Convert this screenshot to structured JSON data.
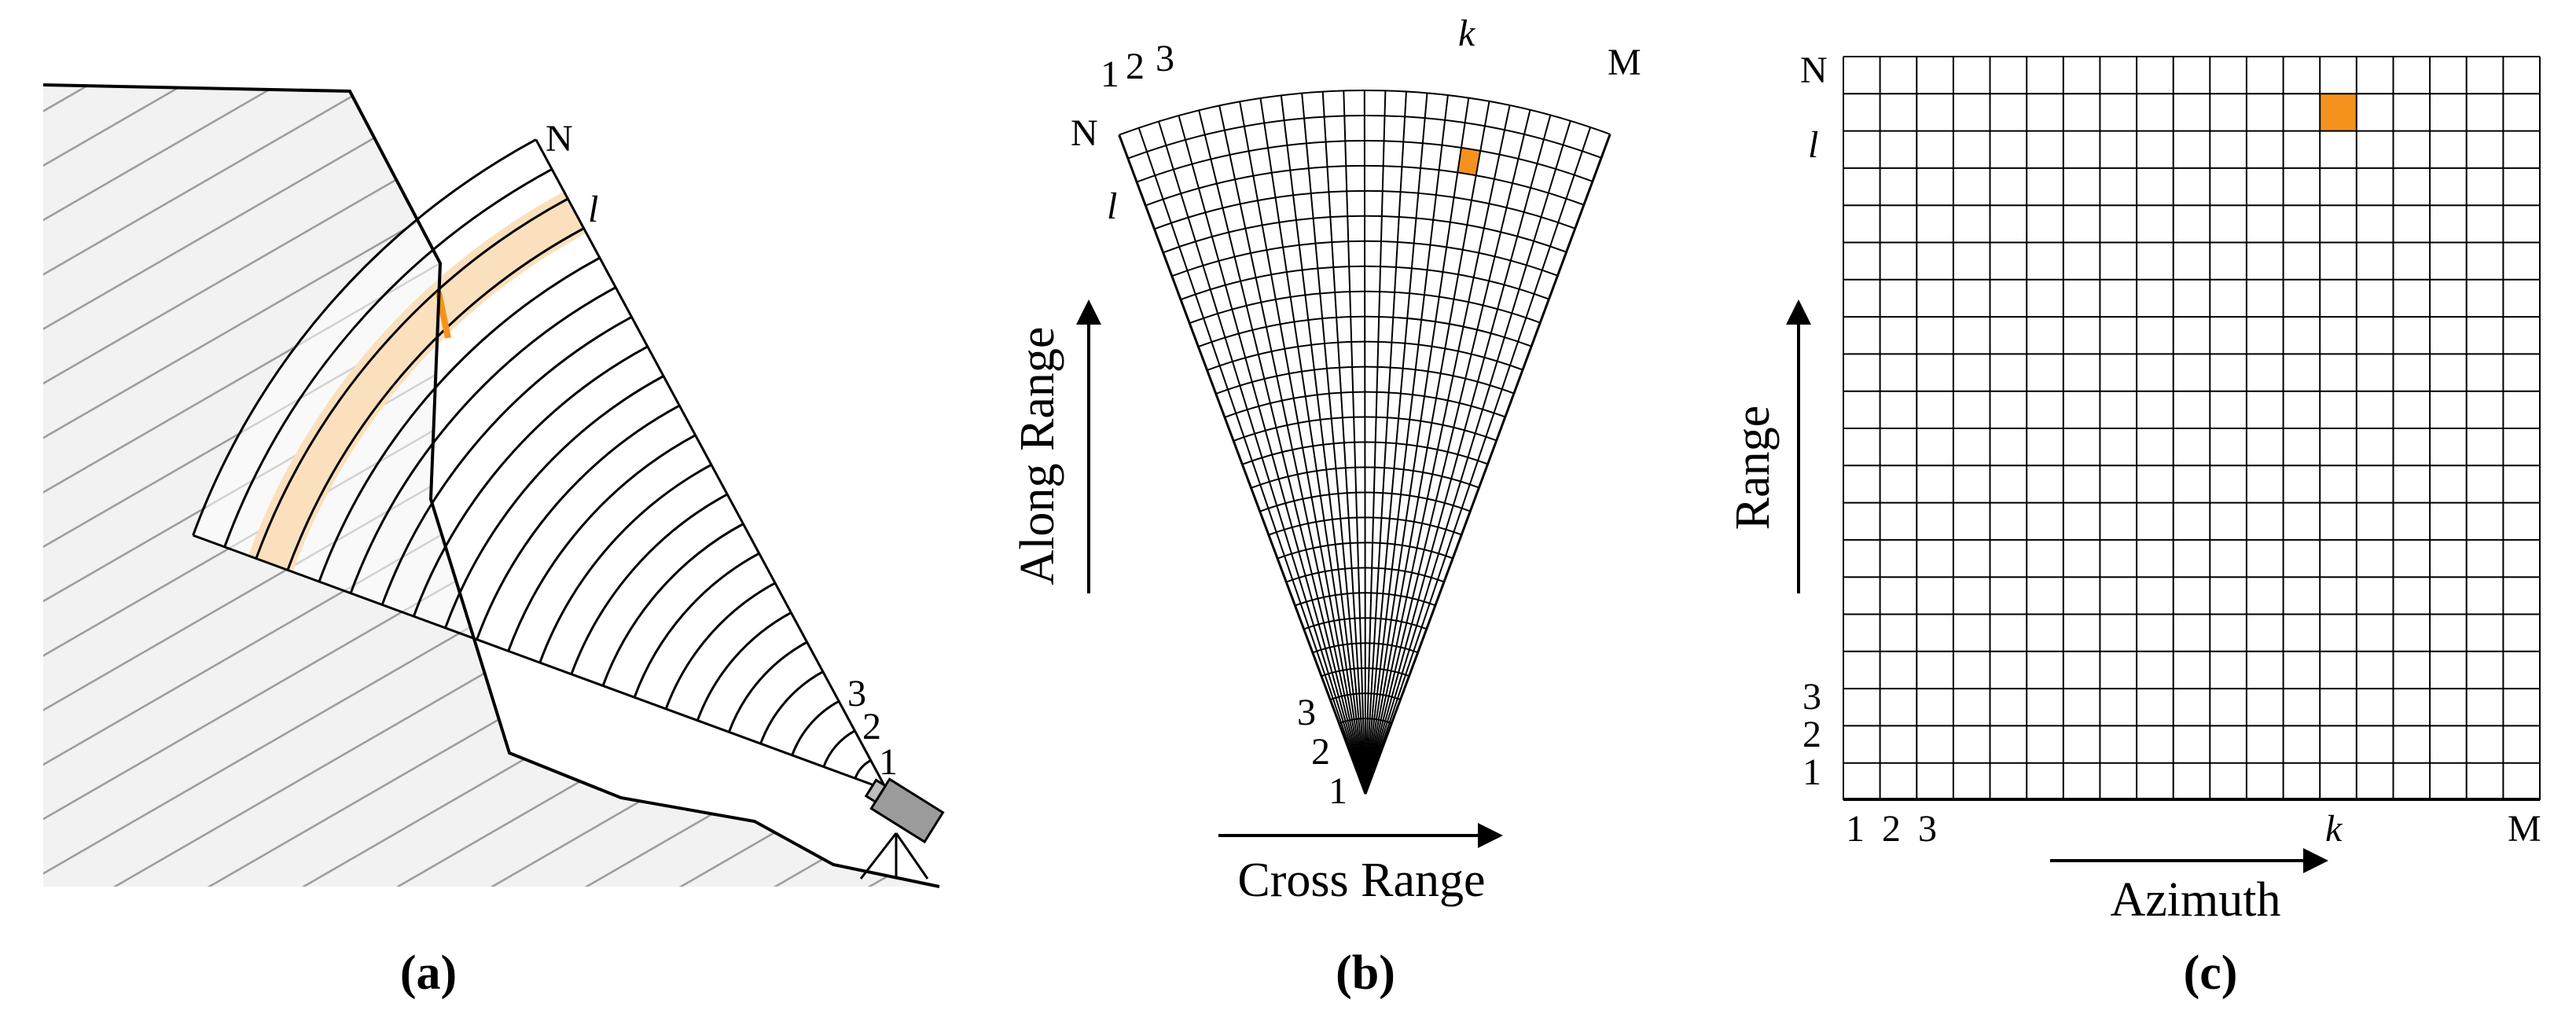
{
  "colors": {
    "highlight": "#f5921e",
    "highlight_band": "#fbe0bd",
    "terrain_fill": "#f2f2f2",
    "hatch": "#9a9a9a",
    "line": "#000000",
    "camera": "#9b9b9b"
  },
  "panel_a": {
    "caption": "(a)",
    "label_N": "N",
    "label_l": "l",
    "label_1": "1",
    "label_2": "2",
    "label_3": "3",
    "icons": [
      "camera-icon",
      "tripod-icon"
    ]
  },
  "panel_b": {
    "caption": "(b)",
    "label_1": "1",
    "label_2": "2",
    "label_3": "3",
    "top_1": "1",
    "top_2": "2",
    "top_3": "3",
    "top_k": "k",
    "top_M": "M",
    "side_N": "N",
    "side_l": "l",
    "along_range": "Along Range",
    "cross_range": "Cross Range"
  },
  "panel_c": {
    "caption": "(c)",
    "row_N": "N",
    "row_l": "l",
    "row_3": "3",
    "row_2": "2",
    "row_1": "1",
    "col_1": "1",
    "col_2": "2",
    "col_3": "3",
    "col_k": "k",
    "col_M": "M",
    "range": "Range",
    "azimuth": "Azimuth"
  }
}
